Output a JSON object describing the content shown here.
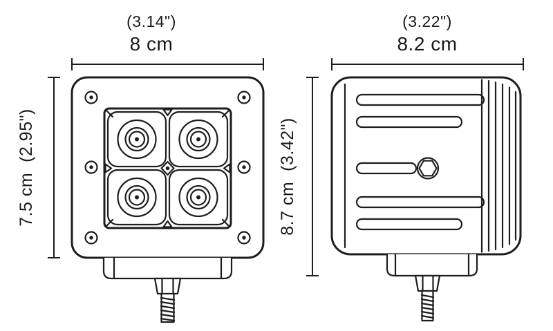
{
  "page": {
    "background": "#ffffff",
    "line_color": "#1d1d1d",
    "description": "Technical dimension drawing of a 4-LED cube pod light, front view and side view"
  },
  "front_view": {
    "top_dim_inches": "(3.14\")",
    "top_dim_cm": "8 cm",
    "side_dim": "7.5 cm  (2.95\")"
  },
  "side_view": {
    "top_dim_inches": "(3.22\")",
    "top_dim_cm": "8.2 cm",
    "side_dim": "8.7 cm  (3.42\")"
  }
}
